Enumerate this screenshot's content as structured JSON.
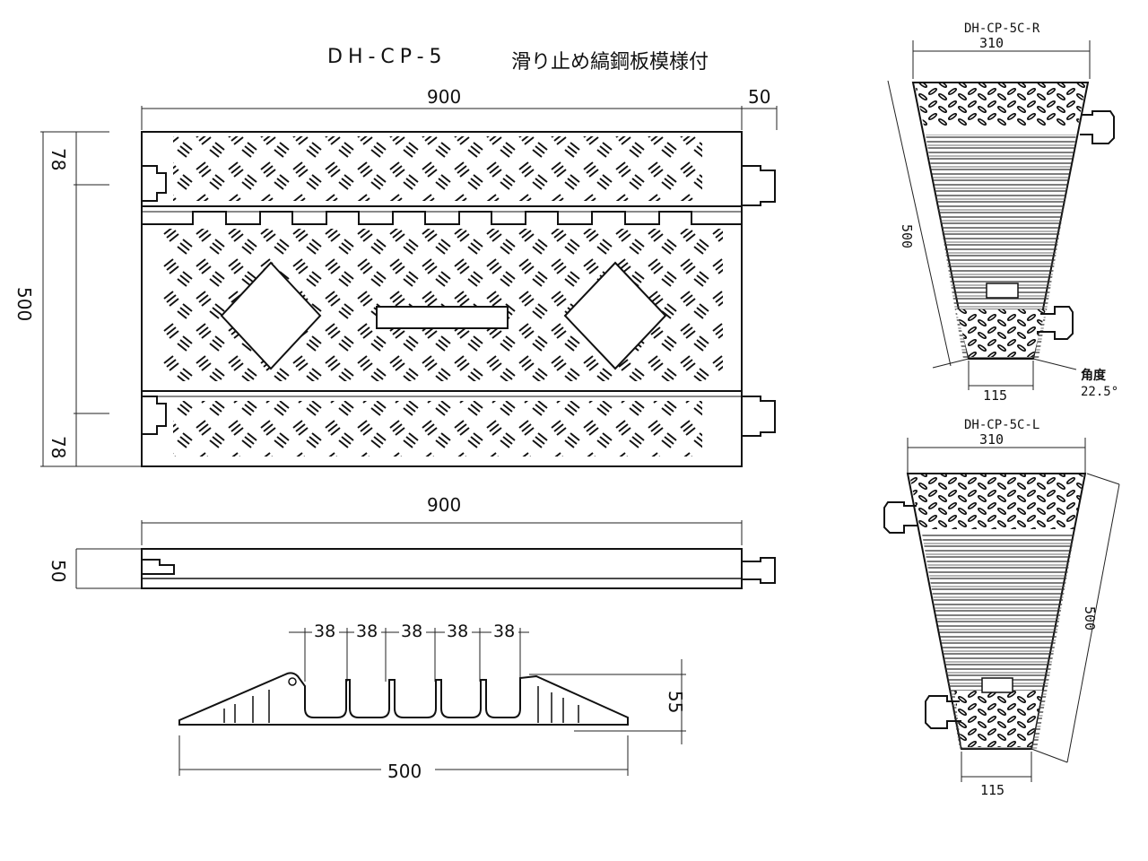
{
  "title": {
    "model": "DH-CP-5",
    "feature": "滑り止め縞鋼板模様付"
  },
  "top_view": {
    "dim_length": "900",
    "dim_connector": "50",
    "dim_depth": "500",
    "dim_lid_top": "78",
    "dim_lid_bottom": "78"
  },
  "side_view": {
    "dim_length": "900",
    "dim_height": "50"
  },
  "section_view": {
    "channels": [
      "38",
      "38",
      "38",
      "38",
      "38"
    ],
    "dim_channel_height": "55",
    "dim_width": "500"
  },
  "corner_right": {
    "model": "DH-CP-5C-R",
    "dim_top": "310",
    "dim_side": "500",
    "dim_bottom": "115",
    "angle_label": "角度",
    "angle_value": "22.5°"
  },
  "corner_left": {
    "model": "DH-CP-5C-L",
    "dim_top": "310",
    "dim_side": "500",
    "dim_bottom": "115"
  }
}
